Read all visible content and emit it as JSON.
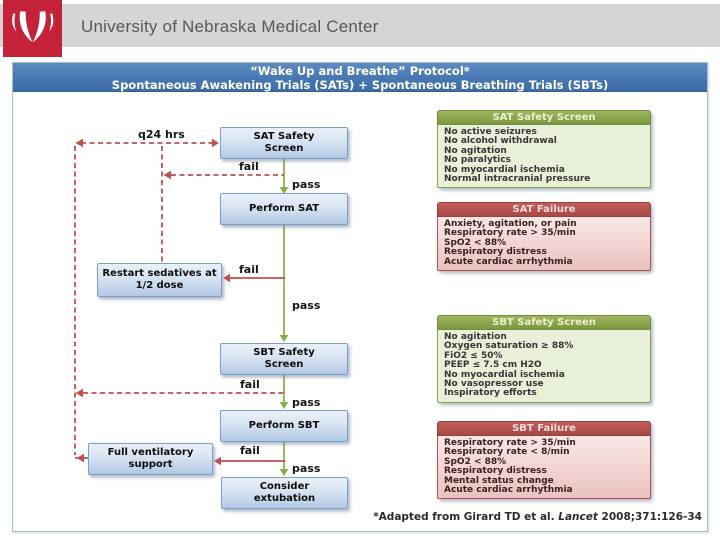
{
  "header": {
    "institution": "University of Nebraska Medical Center"
  },
  "title": {
    "line1": "“Wake Up and Breathe” Protocol*",
    "line2": "Spontaneous Awakening Trials (SATs) + Spontaneous Breathing Trials (SBTs)"
  },
  "flow": {
    "nodes": {
      "sat_safety": "SAT Safety Screen",
      "perform_sat": "Perform SAT",
      "restart_sedatives": "Restart sedatives at 1/2 dose",
      "sbt_safety": "SBT Safety Screen",
      "perform_sbt": "Perform SBT",
      "full_vent": "Full ventilatory support",
      "consider_extubation": "Consider extubation"
    },
    "labels": {
      "interval": "q24 hrs",
      "fail": "fail",
      "pass": "pass"
    }
  },
  "panels": [
    {
      "type": "green",
      "title": "SAT Safety Screen",
      "items": [
        "No active seizures",
        "No alcohol withdrawal",
        "No agitation",
        "No paralytics",
        "No myocardial ischemia",
        "Normal intracranial pressure"
      ]
    },
    {
      "type": "red",
      "title": "SAT Failure",
      "items": [
        "Anxiety, agitation, or pain",
        "Respiratory rate > 35/min",
        "SpO2 < 88%",
        "Respiratory distress",
        "Acute cardiac arrhythmia"
      ]
    },
    {
      "type": "green",
      "title": "SBT Safety Screen",
      "items": [
        "No agitation",
        "Oxygen saturation ≥ 88%",
        "FiO2 ≤ 50%",
        "PEEP ≤ 7.5 cm H2O",
        "No myocardial ischemia",
        "No vasopressor use",
        "Inspiratory efforts"
      ]
    },
    {
      "type": "red",
      "title": "SBT Failure",
      "items": [
        "Respiratory rate > 35/min",
        "Respiratory rate < 8/min",
        "SpO2 < 88%",
        "Respiratory distress",
        "Mental status change",
        "Acute cardiac arrhythmia"
      ]
    }
  ],
  "footnote": {
    "prefix": "*Adapted from Girard TD et al. ",
    "journal": "Lancet",
    "suffix": " 2008;371:126-34"
  },
  "colors": {
    "brand_red": "#c32239",
    "title_bar_blue": "#4a7ab5",
    "pass_green": "#9bbb59",
    "fail_red": "#c0504d",
    "green_header": "#8aa24b",
    "red_header": "#b0524f",
    "box_border_blue": "#7ba0cd"
  }
}
